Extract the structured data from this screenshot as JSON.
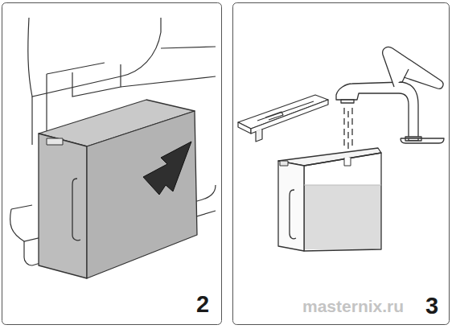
{
  "diagram": {
    "labels": [
      "2",
      "3",
      "masternix.ru"
    ]
  }
}
